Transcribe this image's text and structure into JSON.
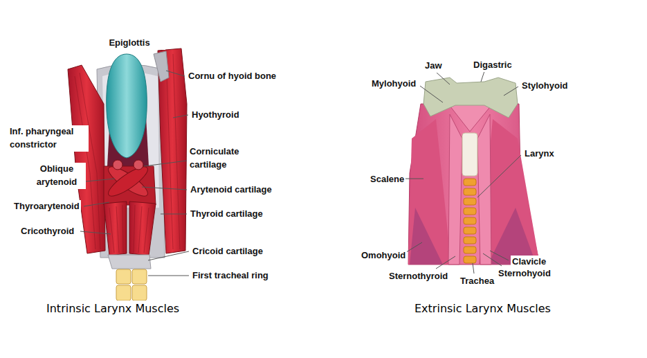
{
  "diagram": {
    "labels": [
      "Epiglottis",
      "Cornu of hyoid bone",
      "Hyothyroid",
      "Inf. pharyngeal constrictor",
      "Corniculate cartilage",
      "Oblique arytenoid",
      "Arytenoid cartilage",
      "Thyroarytenoid",
      "Thyroid cartilage",
      "Cricothyroid",
      "Cricoid cartilage",
      "First tracheal ring",
      "Intrinsic Larynx Muscles",
      "Jaw",
      "Digastric",
      "Mylohyoid",
      "Stylohyoid",
      "Larynx",
      "Scalene",
      "Omohyoid",
      "Clavicle",
      "Sternothyroid",
      "Trachea",
      "Sternohyoid",
      "Extrinsic Larynx Muscles"
    ]
  }
}
